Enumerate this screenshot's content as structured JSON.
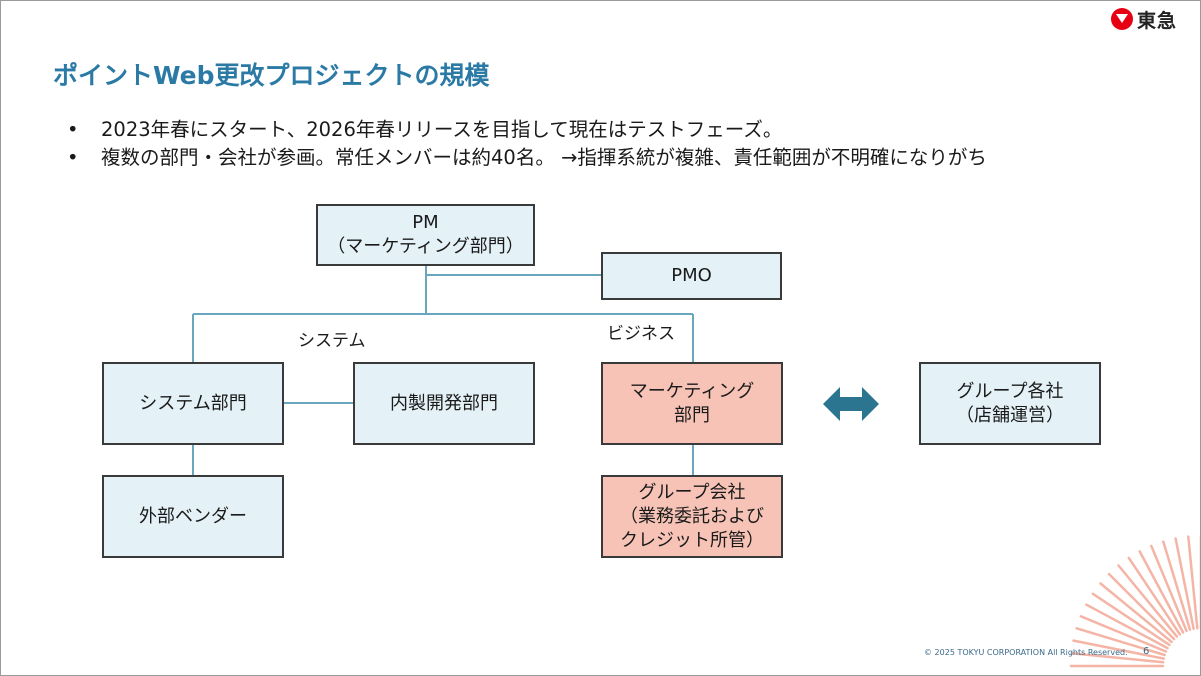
{
  "slide": {
    "logo_text": "東急",
    "title": "ポイントWeb更改プロジェクトの規模",
    "bullets": [
      "2023年春にスタート、2026年春リリースを目指して現在はテストフェーズ。",
      "複数の部門・会社が参画。常任メンバーは約40名。 →指揮系統が複雑、責任範囲が不明確になりがち"
    ],
    "footer": "© 2025 TOKYU CORPORATION All Rights Reserved.",
    "page_number": "6"
  },
  "diagram": {
    "nodes": {
      "pm": {
        "lines": [
          "PM",
          "（マーケティング部門）"
        ]
      },
      "pmo": {
        "lines": [
          "PMO"
        ]
      },
      "system_dept": {
        "lines": [
          "システム部門"
        ]
      },
      "inhouse_dev": {
        "lines": [
          "内製開発部門"
        ]
      },
      "external_vendor": {
        "lines": [
          "外部ベンダー"
        ]
      },
      "marketing_dept": {
        "lines": [
          "マーケティング",
          "部門"
        ]
      },
      "group_company": {
        "lines": [
          "グループ会社",
          "（業務委託および",
          "クレジット所管）"
        ]
      },
      "group_each": {
        "lines": [
          "グループ各社",
          "（店舗運営）"
        ]
      }
    },
    "branch_labels": {
      "system": "システム",
      "business": "ビジネス"
    },
    "colors": {
      "box_fill": "#e4f1f6",
      "highlight_fill": "#f6c3b6",
      "connector": "#6aa7bf",
      "arrow": "#2c7591",
      "title": "#2b7aa6"
    }
  }
}
